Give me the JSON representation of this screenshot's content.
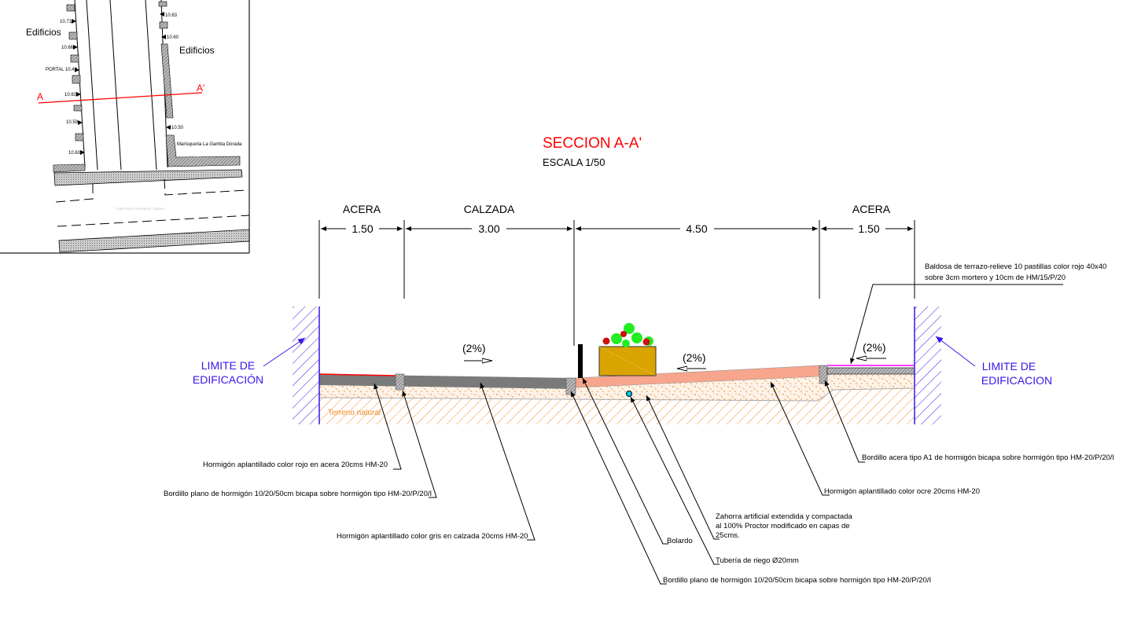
{
  "plan": {
    "buildings_left": "Edificios",
    "buildings_right": "Edificios",
    "section_start": "A",
    "section_end": "A'",
    "shop": "Marisqueria La Gamba Dorada",
    "street": "Calle Pintor Hermanos Clavero",
    "levels_left": [
      "10.71",
      "10.66",
      "PORTAL 10.49",
      "10.63",
      "10.59",
      "10.63"
    ],
    "levels_right": [
      "10.63",
      "10.60",
      "10.50"
    ]
  },
  "section": {
    "title": "SECCION A-A'",
    "scale": "ESCALA 1/50",
    "zones": [
      "ACERA",
      "CALZADA",
      "ACERA"
    ],
    "dimensions": [
      "1.50",
      "3.00",
      "4.50",
      "1.50"
    ],
    "slopes": [
      "(2%)",
      "(2%)",
      "(2%)"
    ],
    "limit_left": [
      "LIMITE DE",
      "EDIFICACIÓN"
    ],
    "limit_right": [
      "LIMITE DE",
      "EDIFICACION"
    ],
    "ground": "Terreno natural",
    "colors": {
      "title": "#ff0000",
      "limit": "#3c14e6",
      "ground": "#f08c28",
      "grey_concrete": "#7a7a7a",
      "ochre_concrete": "#f7a58c",
      "planter": "#d9a400",
      "pipe": "#00c8e6",
      "tile": "#ff40ff"
    }
  },
  "notes": {
    "n1": "Hormigón aplantillado color rojo en acera 20cms HM-20",
    "n2": "Bordillo plano de hormigón 10/20/50cm bicapa sobre hormigón tipo HM-20/P/20/I",
    "n3": "Hormigón aplantillado color gris en calzada 20cms HM-20",
    "n4": "Bolardo",
    "n5": [
      "Zahorra artificial extendida y compactada",
      "al 100% Proctor modificado en capas de",
      "25cms."
    ],
    "n6": "Tubería de riego Ø20mm",
    "n7": "Bordillo plano de hormigón 10/20/50cm bicapa sobre hormigón tipo HM-20/P/20/I",
    "n8": "Hormigón aplantillado color ocre  20cms HM-20",
    "n9": "Bordillo acera tipo A1 de hormigón  bicapa sobre hormigón tipo HM-20/P/20/I",
    "n10": [
      "Baldosa de terrazo-relieve 10 pastillas color rojo 40x40",
      "sobre 3cm mortero y 10cm de HM/15/P/20"
    ]
  }
}
